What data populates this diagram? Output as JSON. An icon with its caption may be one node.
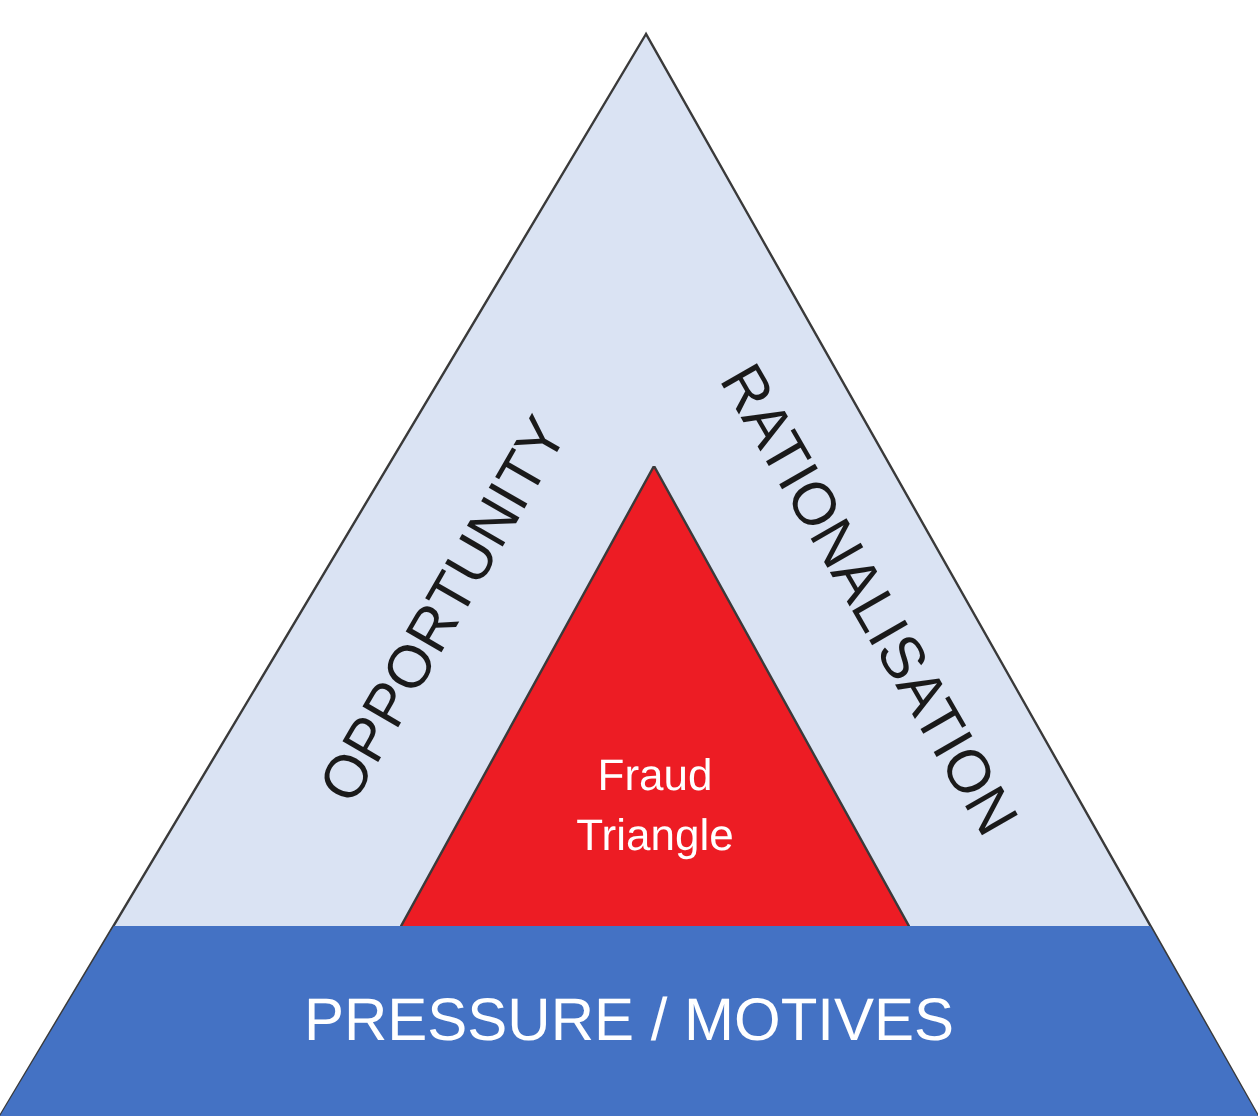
{
  "diagram": {
    "nodes": [
      {
        "text": [
          "OPPORTUNITY",
          "RATIONALISATION"
        ]
      },
      {
        "text": [
          "Fraud Triangle"
        ],
        "in": 0
      },
      {
        "text": [
          "PRESSURE / MOTIVES"
        ],
        "in": 0
      }
    ]
  }
}
